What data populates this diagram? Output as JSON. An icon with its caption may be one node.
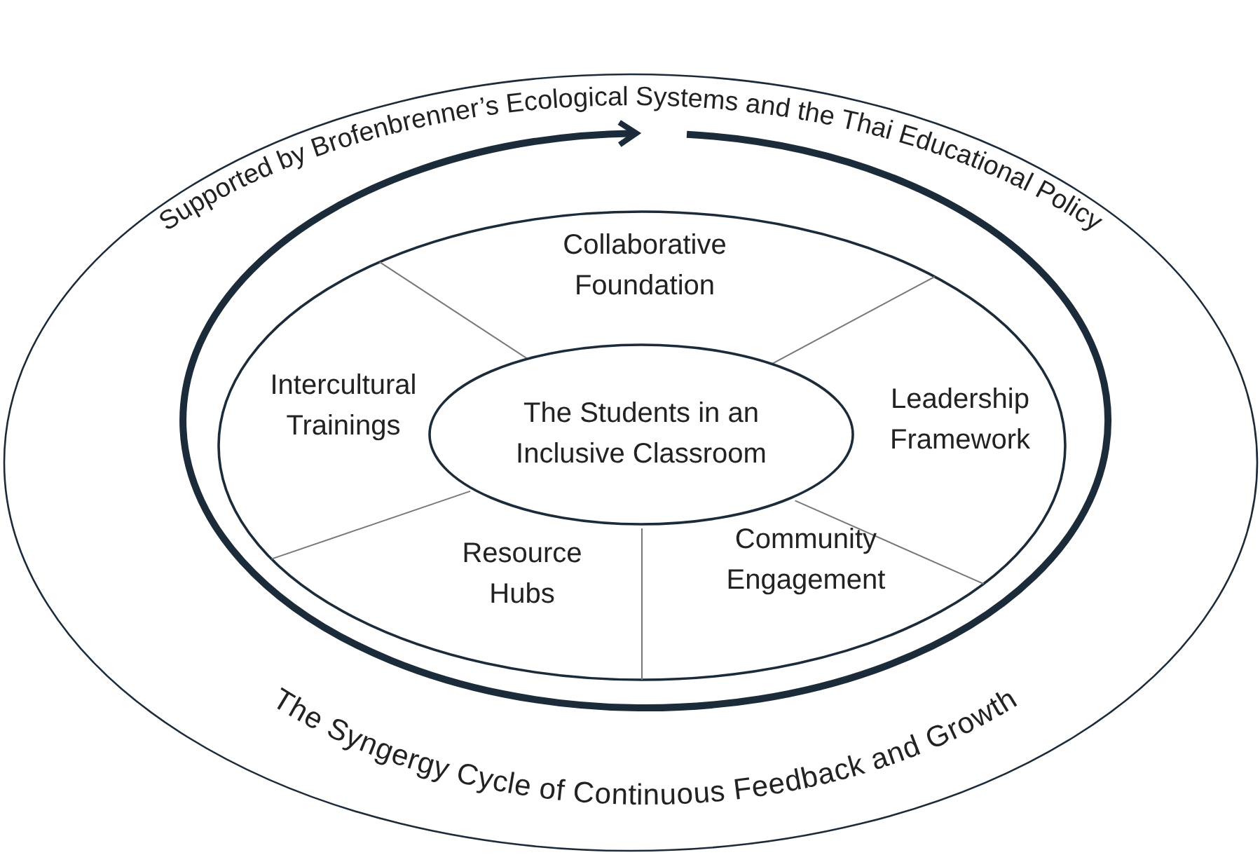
{
  "diagram": {
    "nodes": [
      {
        "text": [
          "Supported by Brofenbrenner’s Ecological Systems and the Thai Educational Policy"
        ]
      },
      {
        "text": [],
        "shape": "circle",
        "in": 0
      },
      {
        "text": [
          "Collaborative Foundation"
        ],
        "in": 1
      },
      {
        "text": [
          "Leadership Framework"
        ],
        "in": 1
      },
      {
        "text": [
          "Community Engagement"
        ],
        "in": 1
      },
      {
        "text": [
          "Resource Hubs"
        ],
        "in": 1
      },
      {
        "text": [
          "Intercultural Trainings"
        ],
        "in": 1
      },
      {
        "text": [
          "The Students in an Inclusive Classroom"
        ],
        "in": 1
      }
    ],
    "edges": [],
    "labels": [
      "The Syngergy Cycle of Continuous Feedback and Growth"
    ]
  }
}
